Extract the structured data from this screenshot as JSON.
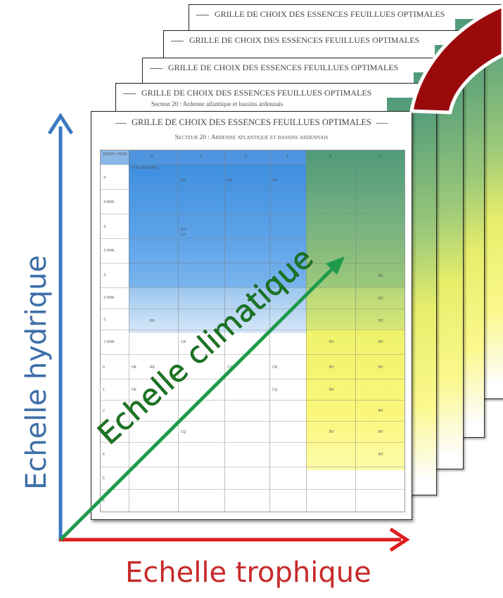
{
  "sheets": {
    "title": "GRILLE DE CHOIX DES ESSENCES FEUILLUES OPTIMALES",
    "subtitle": "Secteur 20 : Ardenne atlantique et bassins ardennais"
  },
  "grid": {
    "corner_label": "TROPH. HYDR.",
    "columns": [
      "-2",
      "-1",
      "1'",
      "1",
      "2",
      "3"
    ],
    "column_note": "(sols carbonatés)",
    "rows": [
      "-4",
      "-4 RHA",
      "-3",
      "-2 RHA",
      "-2",
      "-2 RHA",
      "-1",
      "-1 RHA",
      "0",
      "1",
      "2",
      "3",
      "4",
      "5",
      "6"
    ],
    "cell_text": [
      "AH",
      "AH",
      "AH",
      "AH",
      "CP",
      "BV",
      "CQ",
      "RE",
      "HE",
      "CR"
    ]
  },
  "axes": {
    "y_label": "Echelle hydrique",
    "x_label": "Echelle trophique",
    "diag_label": "Echelle climatique"
  },
  "colors": {
    "y_axis": "#3a78c0",
    "x_axis": "#dd1c1c",
    "diag_axis": "#1f9a4c",
    "big_arrow": "#9b0a0a"
  }
}
